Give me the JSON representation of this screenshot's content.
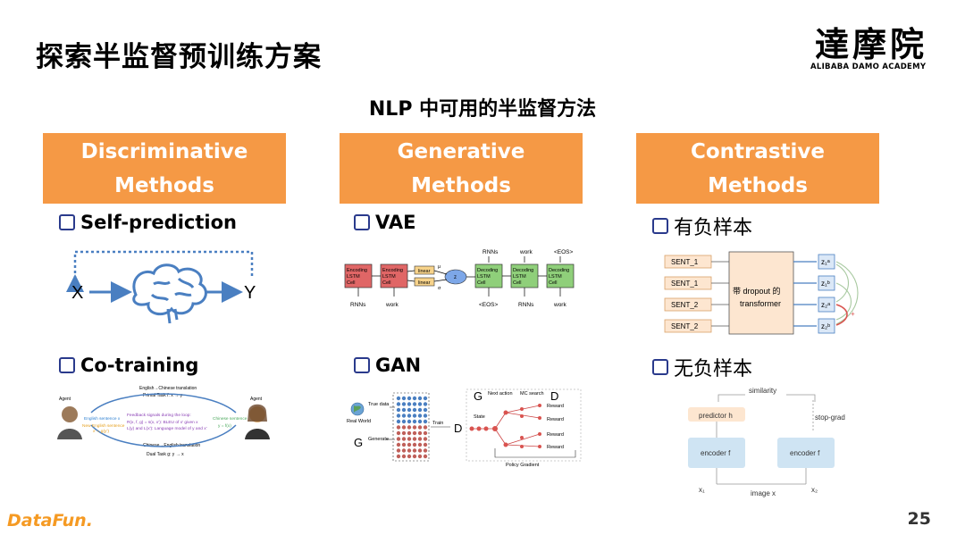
{
  "slide": {
    "title": "探索半监督预训练方案",
    "subtitle": "NLP 中可用的半监督方法",
    "page_number": "25"
  },
  "logo": {
    "cn": "達摩院",
    "en": "ALIBABA DAMO ACADEMY"
  },
  "footer_logo": "DataFun.",
  "columns": [
    {
      "header_line1": "Discriminative",
      "header_line2": "Methods",
      "item1": "Self-prediction",
      "item2": "Co-training"
    },
    {
      "header_line1": "Generative",
      "header_line2": "Methods",
      "item1": "VAE",
      "item2": "GAN"
    },
    {
      "header_line1": "Contrastive",
      "header_line2": "Methods",
      "item1": "有负样本",
      "item2": "无负样本"
    }
  ],
  "selfpred": {
    "x": "X",
    "y": "Y"
  },
  "vae": {
    "enc1": [
      "Encoding",
      "LSTM",
      "Cell"
    ],
    "enc2": [
      "Encoding",
      "LSTM",
      "Cell"
    ],
    "dec": [
      "Decoding",
      "LSTM",
      "Cell"
    ],
    "linear": "linear",
    "mu": "μ",
    "sigma": "σ",
    "z": "z",
    "top": [
      "RNNs",
      "work",
      "<EOS>"
    ],
    "bottom_left": [
      "RNNs",
      "work"
    ],
    "bottom_right": [
      "<EOS>",
      "RNNs",
      "work"
    ]
  },
  "cotrain": {
    "agent_left": "Agent",
    "agent_right": "Agent",
    "top_caption": "English→Chinese translation",
    "primal": "Primal Task  f: x → y",
    "dual": "Dual Task  g: y → x",
    "bottom_caption": "Chinese→English translation",
    "left_a": "English sentence x",
    "left_b": "New English sentence",
    "left_c": "x' = g(y')",
    "right_a": "Chinese sentence",
    "right_b": "y = f(x)",
    "feedback_title": "Feedback signals during the loop:",
    "fb1": "R(x, f, g) = s(x, x'): BLEU of x' given x",
    "fb2": "L(y) and L(x'): Language model of y and x'"
  },
  "gan": {
    "true_data": "True data",
    "real_world": "Real World",
    "generate": "Generate",
    "g": "G",
    "d": "D",
    "train": "Train",
    "next_action": "Next action",
    "mc_search": "MC search",
    "state": "State",
    "reward": "Reward",
    "policy_gradient": "Policy Gradient"
  },
  "contrast_neg": {
    "sents": [
      "SENT_1",
      "SENT_1",
      "SENT_2",
      "SENT_2"
    ],
    "center_l1": "带 dropout 的",
    "center_l2": "transformer",
    "zs": [
      "z₁ᵃ",
      "z₁ᵇ",
      "z₂ᵃ",
      "z₂ᵇ"
    ],
    "plus": "+"
  },
  "contrast_noneg": {
    "similarity": "similarity",
    "predictor": "predictor h",
    "stop_grad": "stop-grad",
    "encoder_left": "encoder f",
    "encoder_right": "encoder f",
    "x1": "x₁",
    "x2": "x₂",
    "image": "image x"
  },
  "colors": {
    "accent_orange": "#f59945",
    "checkbox_blue": "#2a3a8c",
    "vae_red": "#e06666",
    "vae_green": "#8fcf7a"
  }
}
